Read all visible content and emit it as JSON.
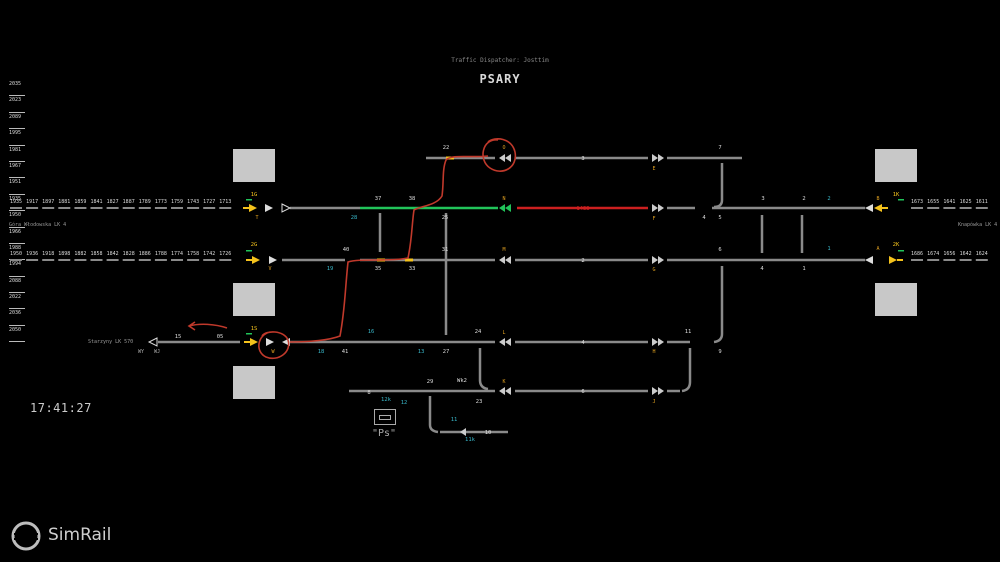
{
  "header": {
    "dispatcher": "Traffic Dispatcher: Josttim",
    "station": "PSARY"
  },
  "clock": "17:41:27",
  "logo_text": "SimRail",
  "left_list": [
    "2035",
    "2023",
    "2089",
    "1995",
    "1981",
    "1967",
    "1951",
    "1935",
    "1950",
    "1966",
    "1988",
    "1994",
    "2088",
    "2022",
    "2036",
    "2050"
  ],
  "row1_left": [
    "1935",
    "1917",
    "1897",
    "1881",
    "1859",
    "1841",
    "1827",
    "1887",
    "1789",
    "1773",
    "1759",
    "1743",
    "1727",
    "1713"
  ],
  "row2_left": [
    "1950",
    "1936",
    "1918",
    "1898",
    "1882",
    "1858",
    "1842",
    "1828",
    "1886",
    "1788",
    "1774",
    "1758",
    "1742",
    "1726"
  ],
  "row1_right": [
    "1673",
    "1655",
    "1641",
    "1625",
    "1611"
  ],
  "row2_right": [
    "1686",
    "1674",
    "1656",
    "1642",
    "1624"
  ],
  "line_labels": {
    "gora": "Góra Włodowska LK 4",
    "knapowka": "Knapówka LK 4",
    "starzyny": "Starzyny LK 570"
  },
  "signals": {
    "T": "T",
    "V": "V",
    "W": "W",
    "O": "O",
    "N": "N",
    "M": "M",
    "L": "L",
    "K": "K",
    "E": "E",
    "F": "F",
    "G": "G",
    "H": "H",
    "J": "J",
    "B": "B",
    "A": "A",
    "WY": "WY",
    "WJ": "WJ"
  },
  "tracks": {
    "1G": "1G",
    "2G": "2G",
    "1S": "1S",
    "1K": "1K",
    "2K": "2K",
    "n22": "22",
    "n37": "37",
    "n38": "38",
    "n25": "25",
    "n28": "28",
    "n40": "40",
    "n31": "31",
    "n19": "19",
    "n35": "35",
    "n33": "33",
    "n16": "16",
    "n24": "24",
    "n18": "18",
    "n41": "41",
    "n13": "13",
    "n27": "27",
    "n29": "29",
    "Wk2": "Wk2",
    "n23": "23",
    "n8": "8",
    "n12k": "12k",
    "n12": "12",
    "n11": "11",
    "n10": "10",
    "n11k": "11k",
    "n3": "3",
    "n1433": "1433",
    "n2": "2",
    "n4": "4",
    "n6": "6",
    "n7": "7",
    "r3": "3",
    "r2": "2",
    "r2b": "2",
    "n5": "5",
    "r6": "6",
    "r4": "4",
    "r1": "1",
    "r1b": "1",
    "r11": "11",
    "n9": "9",
    "r4b": "4",
    "n15": "15",
    "n05": "05"
  },
  "ps_label": "\"Ps\"",
  "colors": {
    "track": "#8a8a8a",
    "green": "#21c45a",
    "red": "#cc2020",
    "yellow": "#f4c21c",
    "cyan": "#38b6c8",
    "annotation": "#c0392b"
  }
}
